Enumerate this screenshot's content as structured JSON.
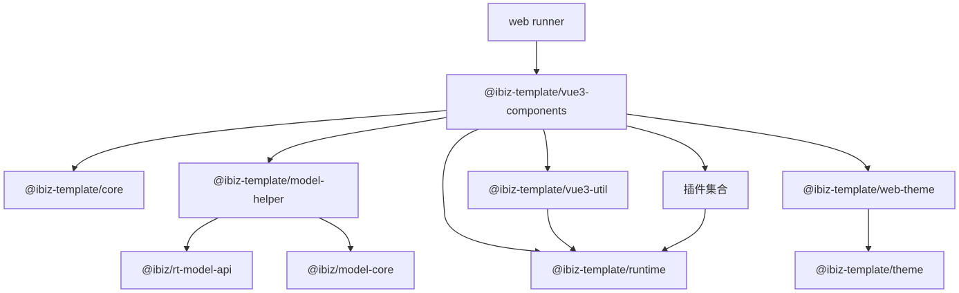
{
  "nodes": [
    {
      "id": "web_runner",
      "lines": [
        "web runner"
      ]
    },
    {
      "id": "vue3_components",
      "lines": [
        "@ibiz-template/vue3-",
        "components"
      ]
    },
    {
      "id": "core",
      "lines": [
        "@ibiz-template/core"
      ]
    },
    {
      "id": "model_helper",
      "lines": [
        "@ibiz-template/model-",
        "helper"
      ]
    },
    {
      "id": "vue3_util",
      "lines": [
        "@ibiz-template/vue3-util"
      ]
    },
    {
      "id": "plugins",
      "lines": [
        "插件集合"
      ]
    },
    {
      "id": "web_theme",
      "lines": [
        "@ibiz-template/web-theme"
      ]
    },
    {
      "id": "rt_model_api",
      "lines": [
        "@ibiz/rt-model-api"
      ]
    },
    {
      "id": "model_core",
      "lines": [
        "@ibiz/model-core"
      ]
    },
    {
      "id": "runtime",
      "lines": [
        "@ibiz-template/runtime"
      ]
    },
    {
      "id": "theme",
      "lines": [
        "@ibiz-template/theme"
      ]
    }
  ],
  "edges": [
    {
      "from": "web_runner",
      "to": "vue3_components"
    },
    {
      "from": "vue3_components",
      "to": "core"
    },
    {
      "from": "vue3_components",
      "to": "model_helper"
    },
    {
      "from": "vue3_components",
      "to": "runtime"
    },
    {
      "from": "vue3_components",
      "to": "vue3_util"
    },
    {
      "from": "vue3_components",
      "to": "plugins"
    },
    {
      "from": "vue3_components",
      "to": "web_theme"
    },
    {
      "from": "model_helper",
      "to": "rt_model_api"
    },
    {
      "from": "model_helper",
      "to": "model_core"
    },
    {
      "from": "vue3_util",
      "to": "runtime"
    },
    {
      "from": "plugins",
      "to": "runtime"
    },
    {
      "from": "web_theme",
      "to": "theme"
    }
  ]
}
